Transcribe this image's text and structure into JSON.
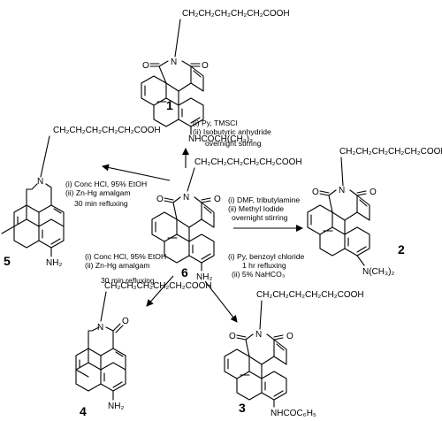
{
  "compounds": {
    "c1": {
      "number": "1",
      "chain": "CH₂CH₂CH₂CH₂CH₂COOH",
      "substituent": "NHCOCH(CH₃)₂"
    },
    "c2": {
      "number": "2",
      "chain": "CH₂CH₂CH₂CH₂CH₂COOH",
      "substituent": "N(CH₃)₂"
    },
    "c3": {
      "number": "3",
      "chain": "CH₂CH₂CH₂CH₂CH₂COOH",
      "substituent": "NHCOC₆H₅"
    },
    "c4": {
      "number": "4",
      "chain": "CH₂CH₂CH₂CH₂CH₂COOH",
      "substituent": "NH₂"
    },
    "c5": {
      "number": "5",
      "chain": "CH₂CH₂CH₂CH₂CH₂COOH",
      "substituent": "NH₂"
    },
    "c6": {
      "number": "6",
      "chain": "CH₂CH₂CH₂CH₂CH₂COOH",
      "substituent": "NH₂"
    }
  },
  "atoms": {
    "n": "N",
    "o": "O"
  },
  "conditions": {
    "to1": [
      "(i) Py, TMSCl",
      "(ii) Isobutyric anhydride",
      "overnight stirring"
    ],
    "to2": [
      "(i) DMF, tributylamine",
      "(ii) Methyl Iodide",
      "overnight stirring"
    ],
    "to3": [
      "(i) Py, benzoyl chloride",
      "1 hr refluxing",
      "(ii) 5% NaHCO₃"
    ],
    "to4": [
      "(i) Conc HCl, 95% EtOH",
      "(ii) Zn-Hg amalgam",
      "30 min refluxing"
    ],
    "to5": [
      "(i) Conc HCl, 95% EtOH",
      "(ii) Zn-Hg amalgam",
      "30 min refluxing"
    ]
  }
}
